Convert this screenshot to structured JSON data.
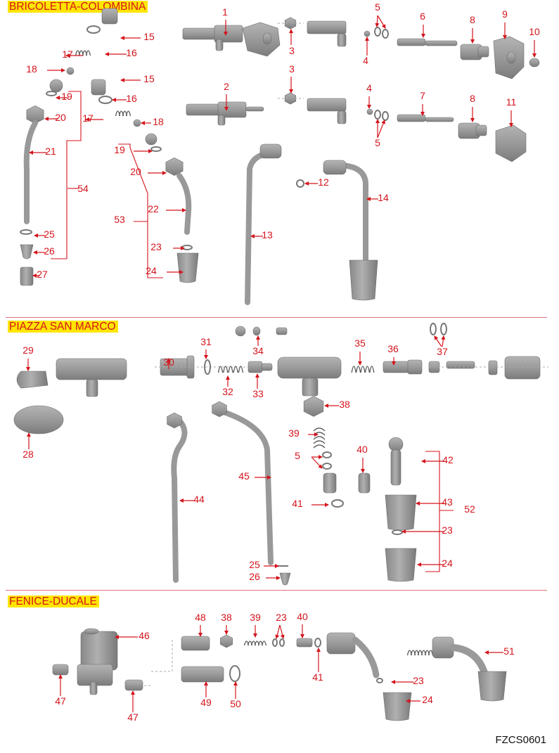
{
  "diagram": {
    "type": "exploded-parts-diagram",
    "drawing_code": "FZCS0601",
    "colors": {
      "callout": "#d4141c",
      "section_highlight": "#ffe500",
      "part_fill": "#9a9a9a",
      "divider": "#e0737a"
    },
    "sections": [
      {
        "title": "BRICOLETTA-COLOMBINA",
        "callouts": [
          "1",
          "2",
          "3",
          "3",
          "4",
          "4",
          "5",
          "5",
          "6",
          "7",
          "8",
          "8",
          "9",
          "10",
          "11",
          "12",
          "13",
          "14",
          "15",
          "15",
          "16",
          "16",
          "17",
          "17",
          "18",
          "18",
          "19",
          "19",
          "20",
          "20",
          "21",
          "22",
          "23",
          "24",
          "25",
          "26",
          "27",
          "53",
          "54"
        ],
        "groups": [
          {
            "label": "54",
            "members": [
              "19",
              "20",
              "21",
              "25",
              "26"
            ]
          },
          {
            "label": "53",
            "members": [
              "19",
              "20",
              "22",
              "23",
              "24"
            ]
          }
        ]
      },
      {
        "title": "PIAZZA SAN MARCO",
        "callouts": [
          "28",
          "29",
          "30",
          "31",
          "32",
          "33",
          "34",
          "35",
          "36",
          "37",
          "38",
          "39",
          "5",
          "40",
          "41",
          "42",
          "43",
          "23",
          "24",
          "44",
          "45",
          "25",
          "26",
          "52"
        ],
        "groups": [
          {
            "label": "52",
            "members": [
              "42",
              "43",
              "23",
              "24"
            ]
          }
        ]
      },
      {
        "title": "FENICE-DUCALE",
        "callouts": [
          "46",
          "47",
          "47",
          "48",
          "38",
          "39",
          "23",
          "40",
          "41",
          "49",
          "50",
          "23",
          "24",
          "51"
        ],
        "groups": []
      }
    ]
  }
}
